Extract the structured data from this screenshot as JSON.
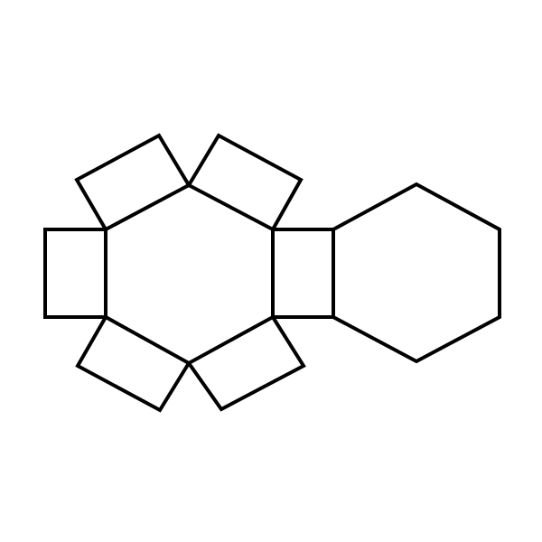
{
  "diagram": {
    "kind": "hexagonal prism net",
    "faces": [
      {
        "name": "hexagon-face-left",
        "shape": "hexagon"
      },
      {
        "name": "hexagon-face-right",
        "shape": "hexagon"
      },
      {
        "name": "square-face-left",
        "shape": "square"
      },
      {
        "name": "square-face-upper-left",
        "shape": "square"
      },
      {
        "name": "square-face-upper-right",
        "shape": "square"
      },
      {
        "name": "square-face-connector",
        "shape": "square"
      },
      {
        "name": "square-face-lower-right",
        "shape": "square"
      },
      {
        "name": "square-face-lower-left",
        "shape": "square"
      }
    ],
    "colors": {
      "stroke": "#000000",
      "background": "#ffffff"
    }
  }
}
